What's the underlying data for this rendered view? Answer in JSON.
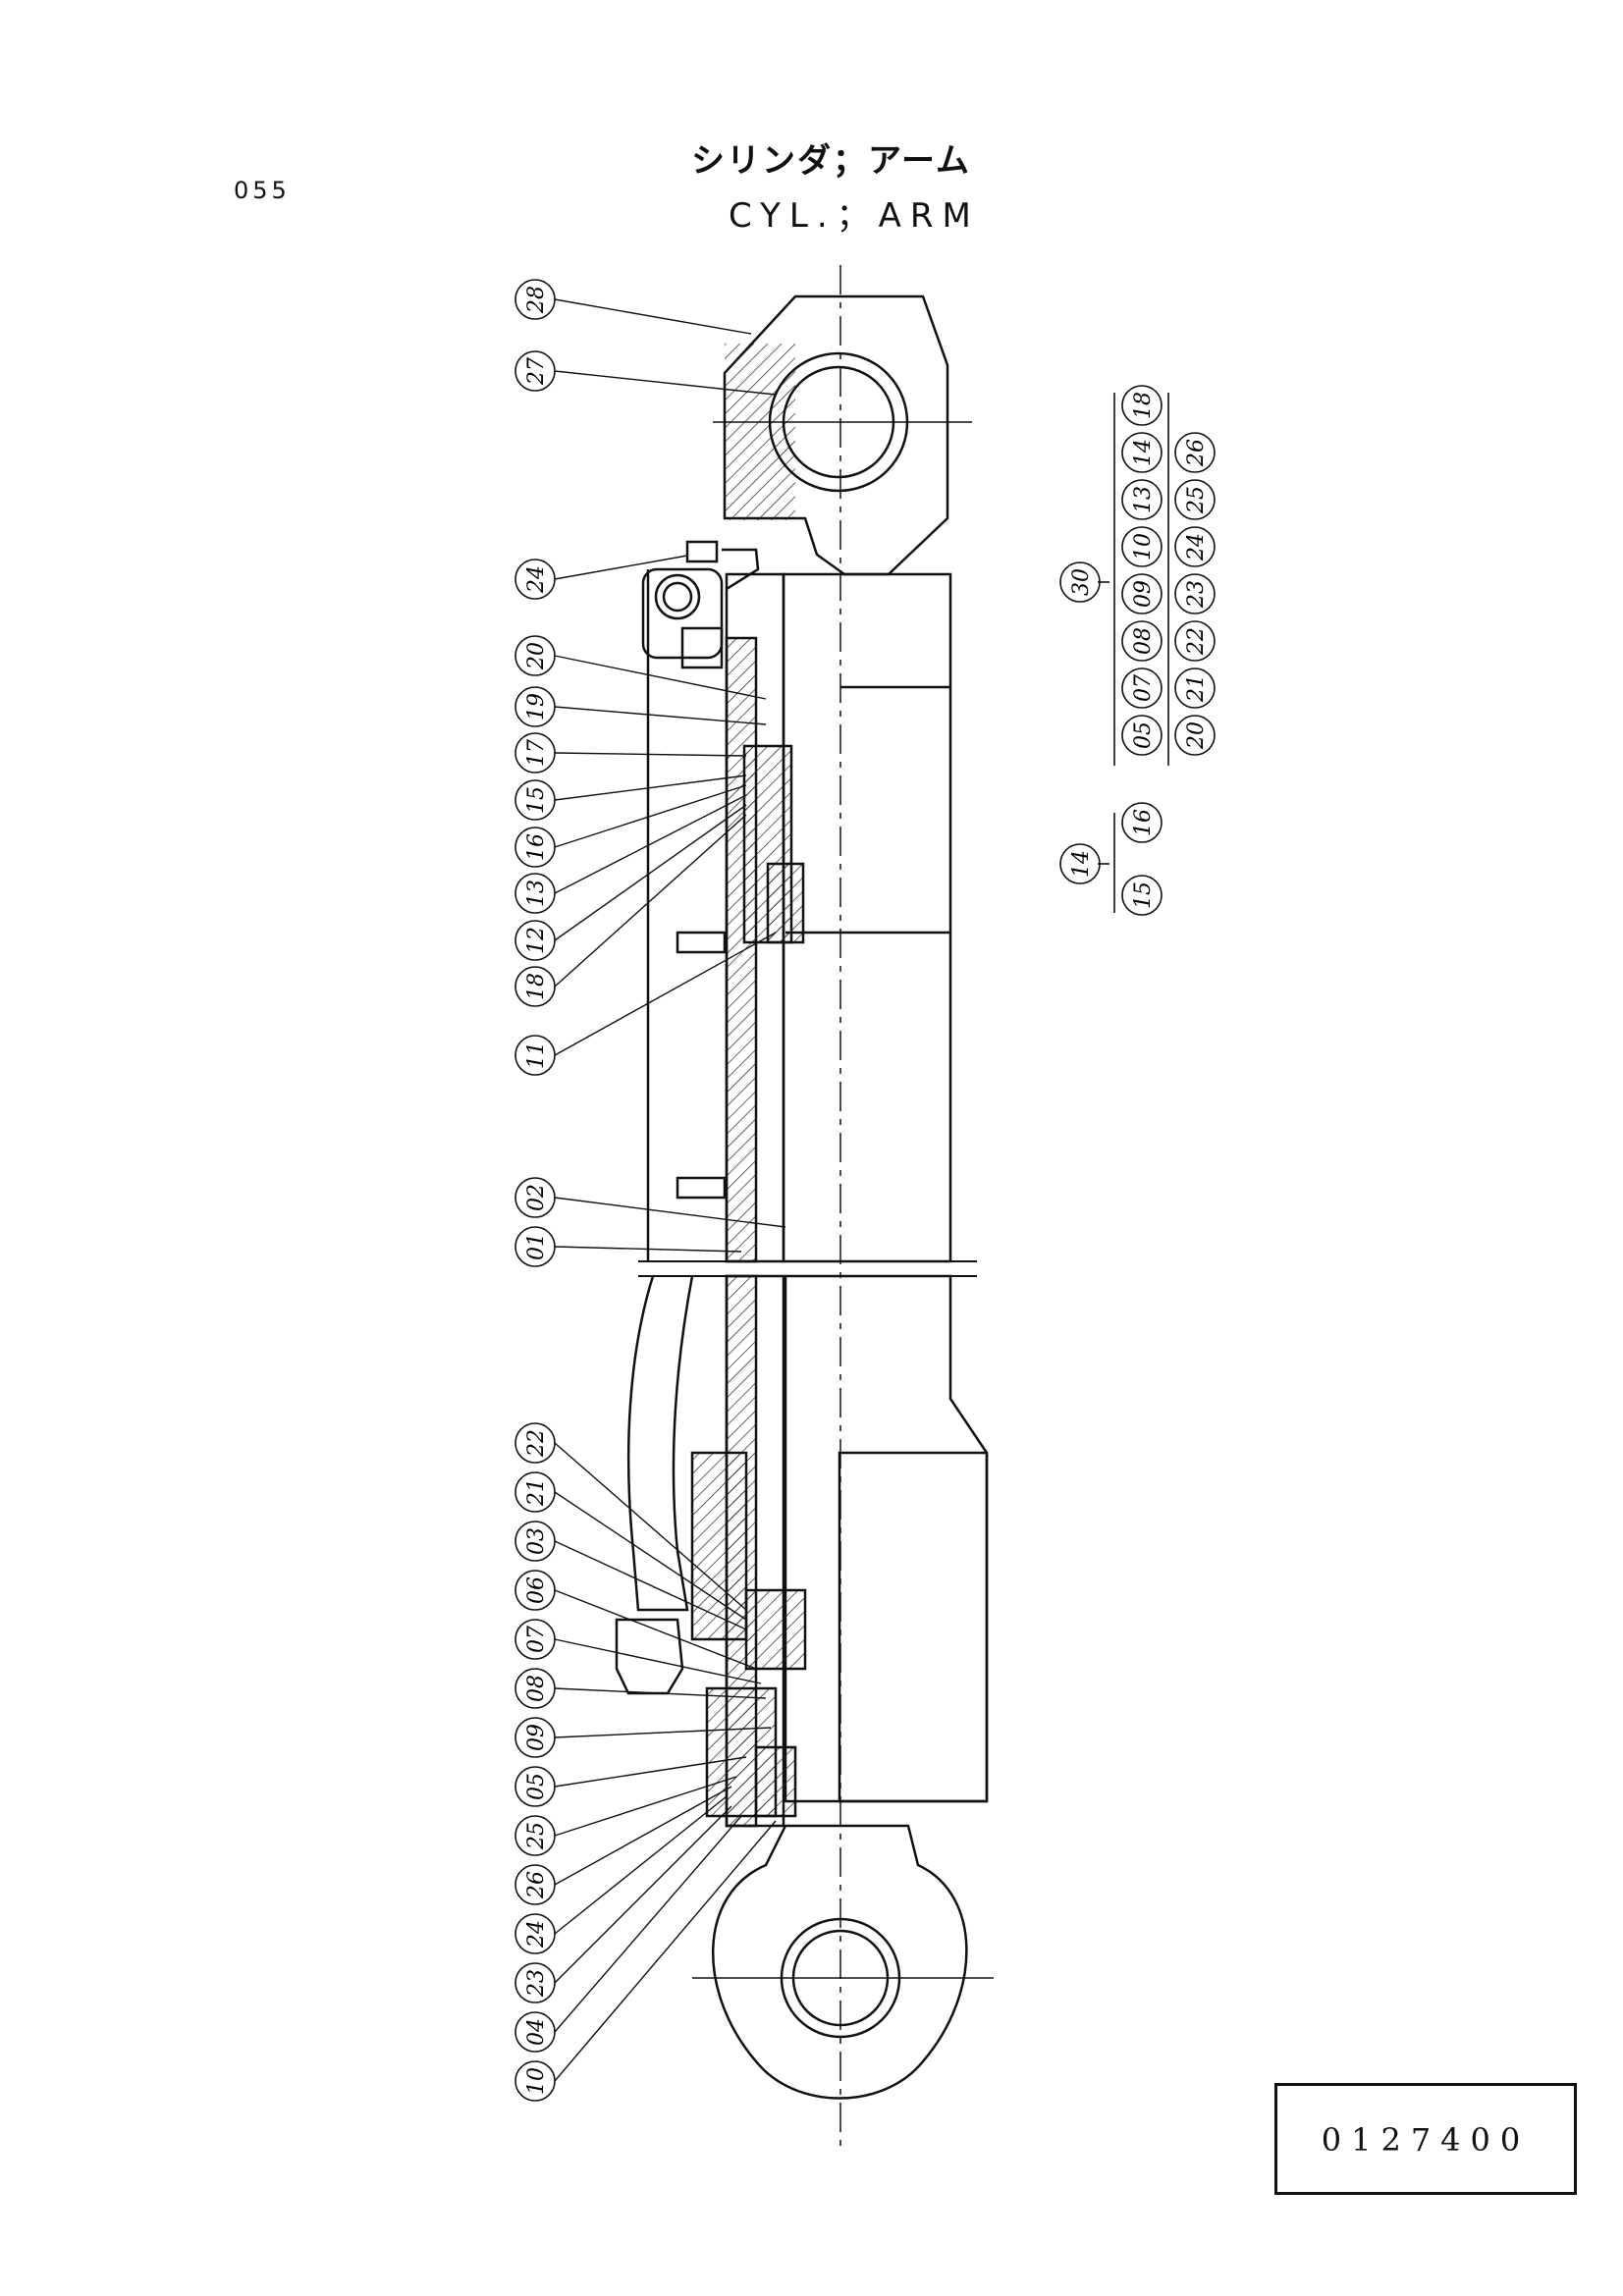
{
  "header": {
    "page_code": "055",
    "title_jp": "シリンダ；アーム",
    "title_en": "CYL.；ARM"
  },
  "document_number": "0127400",
  "left_callouts": {
    "top": [
      "28",
      "27",
      "24",
      "20",
      "19",
      "17",
      "15",
      "16",
      "13",
      "12",
      "18",
      "11"
    ],
    "middle": [
      "02",
      "01"
    ],
    "bottom": [
      "22",
      "21",
      "03",
      "06",
      "07",
      "08",
      "09",
      "05",
      "25",
      "26",
      "24",
      "23",
      "04",
      "10"
    ]
  },
  "kit_30": {
    "label": "30",
    "row_top": [
      "05",
      "07",
      "08",
      "09",
      "10",
      "13",
      "14",
      "18"
    ],
    "row_bottom": [
      "20",
      "21",
      "22",
      "23",
      "24",
      "25",
      "26"
    ]
  },
  "kit_14": {
    "label": "14",
    "row_top": [
      "16"
    ],
    "row_bottom": [
      "15"
    ]
  }
}
